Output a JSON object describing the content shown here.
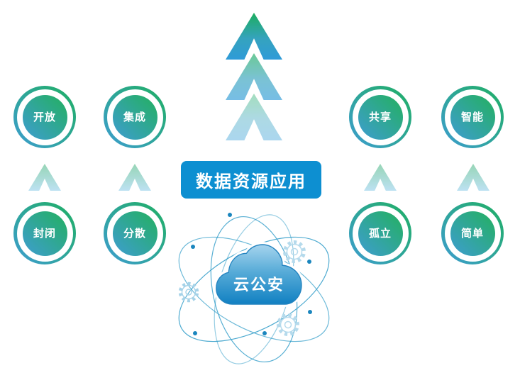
{
  "diagram": {
    "columns": [
      {
        "top": "开放",
        "bottom": "封闭"
      },
      {
        "top": "集成",
        "bottom": "分散"
      },
      {
        "top": "共享",
        "bottom": "孤立"
      },
      {
        "top": "智能",
        "bottom": "简单"
      }
    ],
    "center_box": {
      "label": "数据资源应用"
    },
    "cloud": {
      "label": "云公安"
    },
    "icons": {
      "center_arrows": "triple-up-chevron-icon",
      "column_arrow": "up-chevron-icon",
      "cloud_network": "atom-orbit-icon",
      "gear": "gear-icon"
    },
    "colors": {
      "gradient_blue": "#3E9DD1",
      "gradient_green": "#1FAF62",
      "box_blue": "#0D8FD1",
      "cloud_top": "#A6D4EE",
      "cloud_bottom": "#1180C2",
      "cloud_outline": "#2383BF",
      "orbit_blue": "#2E9BC8",
      "orbit_dot_blue": "#1B86BE",
      "gear_light_blue": "#B5DAEC",
      "arrow_green": "#1CAD5E",
      "arrow_blue": "#2F9BD8",
      "chevron_light_green": "#96D5B6",
      "chevron_light_blue": "#BCE1F2"
    }
  }
}
